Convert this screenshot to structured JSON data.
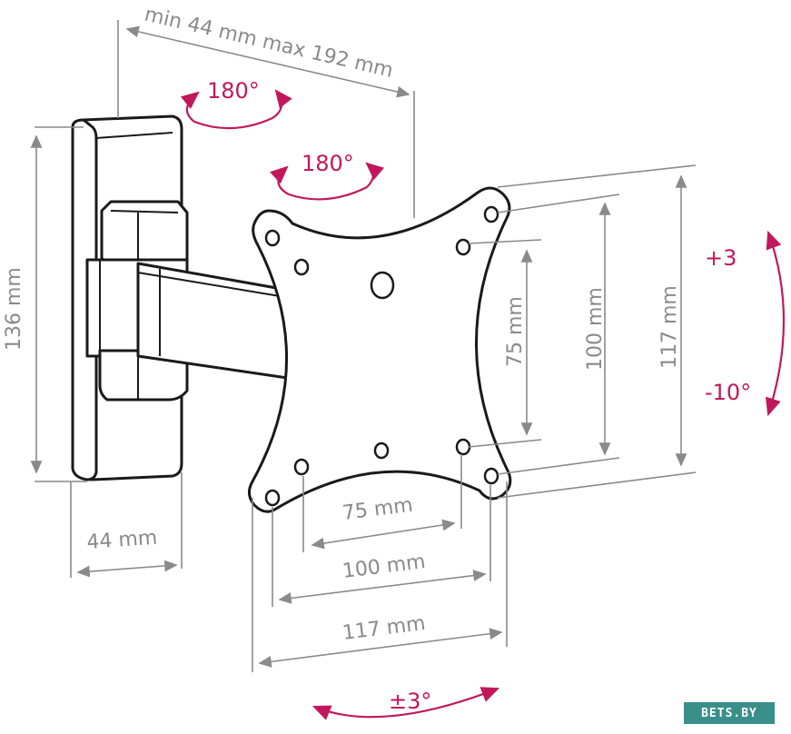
{
  "labels": {
    "depth": "min 44 mm max 192 mm",
    "rotate_top": "180°",
    "rotate_mid": "180°",
    "plate_height": "136 mm",
    "plate_width": "44 mm",
    "inner_v": "75 mm",
    "mid_v": "100 mm",
    "outer_v": "117 mm",
    "inner_h": "75 mm",
    "mid_h": "100 mm",
    "outer_h": "117 mm",
    "tilt_up": "+3",
    "tilt_down": "-10°",
    "swivel": "±3°"
  },
  "badge": {
    "text": "BETS.BY"
  },
  "colors": {
    "accent": "#c2185b",
    "dimension": "#8a8a8a",
    "line": "#1a1a1a",
    "badge": "#3a8f8a"
  }
}
